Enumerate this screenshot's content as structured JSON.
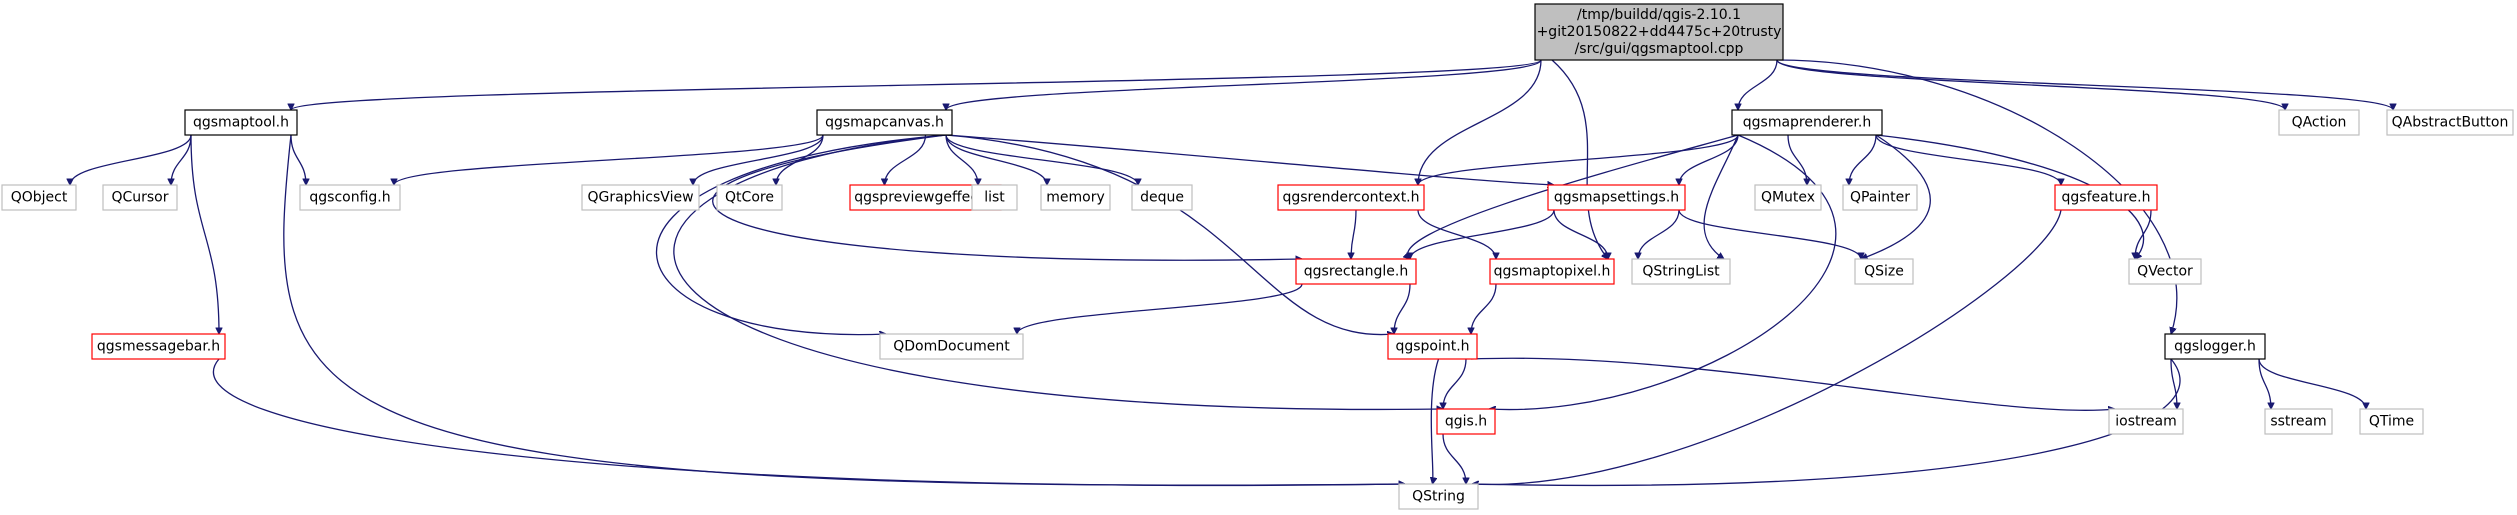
{
  "graph": {
    "colors": {
      "edge": "#191970",
      "root_fill": "#bfbfbf",
      "root_border": "#000000",
      "documented_border": "#000000",
      "incomplete_border": "#ff0000",
      "external_border": "#bfbfbf",
      "external_text": "#000000"
    },
    "nodes": [
      {
        "id": "root",
        "lines": [
          "/tmp/buildd/qgis-2.10.1",
          "+git20150822+dd4475c+20trusty",
          "/src/gui/qgsmaptool.cpp"
        ],
        "style": "root"
      },
      {
        "id": "qgsmaptool",
        "lines": [
          "qgsmaptool.h"
        ],
        "style": "documented"
      },
      {
        "id": "qgsmapcanvas",
        "lines": [
          "qgsmapcanvas.h"
        ],
        "style": "documented"
      },
      {
        "id": "qgsmaprenderer",
        "lines": [
          "qgsmaprenderer.h"
        ],
        "style": "documented"
      },
      {
        "id": "QAction",
        "lines": [
          "QAction"
        ],
        "style": "external"
      },
      {
        "id": "QAbstractButton",
        "lines": [
          "QAbstractButton"
        ],
        "style": "external"
      },
      {
        "id": "QObject",
        "lines": [
          "QObject"
        ],
        "style": "external"
      },
      {
        "id": "QCursor",
        "lines": [
          "QCursor"
        ],
        "style": "external"
      },
      {
        "id": "qgsconfig",
        "lines": [
          "qgsconfig.h"
        ],
        "style": "external"
      },
      {
        "id": "QGraphicsView",
        "lines": [
          "QGraphicsView"
        ],
        "style": "external"
      },
      {
        "id": "QtCore",
        "lines": [
          "QtCore"
        ],
        "style": "external"
      },
      {
        "id": "qgspreviewgeffect",
        "lines": [
          "qgspreviewgeffect.h"
        ],
        "style": "incomplete"
      },
      {
        "id": "list",
        "lines": [
          "list"
        ],
        "style": "external"
      },
      {
        "id": "memory",
        "lines": [
          "memory"
        ],
        "style": "external"
      },
      {
        "id": "deque",
        "lines": [
          "deque"
        ],
        "style": "external"
      },
      {
        "id": "qgsrendercontext",
        "lines": [
          "qgsrendercontext.h"
        ],
        "style": "incomplete"
      },
      {
        "id": "qgsmapsettings",
        "lines": [
          "qgsmapsettings.h"
        ],
        "style": "incomplete"
      },
      {
        "id": "QMutex",
        "lines": [
          "QMutex"
        ],
        "style": "external"
      },
      {
        "id": "QPainter",
        "lines": [
          "QPainter"
        ],
        "style": "external"
      },
      {
        "id": "qgsfeature",
        "lines": [
          "qgsfeature.h"
        ],
        "style": "incomplete"
      },
      {
        "id": "qgsrectangle",
        "lines": [
          "qgsrectangle.h"
        ],
        "style": "incomplete"
      },
      {
        "id": "qgsmaptopixel",
        "lines": [
          "qgsmaptopixel.h"
        ],
        "style": "incomplete"
      },
      {
        "id": "QStringList",
        "lines": [
          "QStringList"
        ],
        "style": "external"
      },
      {
        "id": "QSize",
        "lines": [
          "QSize"
        ],
        "style": "external"
      },
      {
        "id": "QVector",
        "lines": [
          "QVector"
        ],
        "style": "external"
      },
      {
        "id": "qgsmessagebar",
        "lines": [
          "qgsmessagebar.h"
        ],
        "style": "incomplete"
      },
      {
        "id": "QDomDocument",
        "lines": [
          "QDomDocument"
        ],
        "style": "external"
      },
      {
        "id": "qgspoint",
        "lines": [
          "qgspoint.h"
        ],
        "style": "incomplete"
      },
      {
        "id": "qgslogger",
        "lines": [
          "qgslogger.h"
        ],
        "style": "documented"
      },
      {
        "id": "qgis",
        "lines": [
          "qgis.h"
        ],
        "style": "incomplete"
      },
      {
        "id": "iostream",
        "lines": [
          "iostream"
        ],
        "style": "external"
      },
      {
        "id": "sstream",
        "lines": [
          "sstream"
        ],
        "style": "external"
      },
      {
        "id": "QTime",
        "lines": [
          "QTime"
        ],
        "style": "external"
      },
      {
        "id": "QString",
        "lines": [
          "QString"
        ],
        "style": "external"
      }
    ],
    "edges": [
      [
        "root",
        "qgsmaptool"
      ],
      [
        "root",
        "qgsmapcanvas"
      ],
      [
        "root",
        "qgsmaprenderer"
      ],
      [
        "root",
        "qgsrendercontext"
      ],
      [
        "root",
        "qgsmaptopixel"
      ],
      [
        "root",
        "qgslogger"
      ],
      [
        "root",
        "QAction"
      ],
      [
        "root",
        "QAbstractButton"
      ],
      [
        "qgsmaptool",
        "QObject"
      ],
      [
        "qgsmaptool",
        "QCursor"
      ],
      [
        "qgsmaptool",
        "qgsconfig"
      ],
      [
        "qgsmaptool",
        "qgsmessagebar"
      ],
      [
        "qgsmaptool",
        "QString"
      ],
      [
        "qgsmapcanvas",
        "qgsconfig"
      ],
      [
        "qgsmapcanvas",
        "QGraphicsView"
      ],
      [
        "qgsmapcanvas",
        "QtCore"
      ],
      [
        "qgsmapcanvas",
        "qgspreviewgeffect"
      ],
      [
        "qgsmapcanvas",
        "list"
      ],
      [
        "qgsmapcanvas",
        "memory"
      ],
      [
        "qgsmapcanvas",
        "deque"
      ],
      [
        "qgsmapcanvas",
        "qgsmapsettings"
      ],
      [
        "qgsmapcanvas",
        "qgsrectangle"
      ],
      [
        "qgsmapcanvas",
        "QDomDocument"
      ],
      [
        "qgsmapcanvas",
        "qgspoint"
      ],
      [
        "qgsmapcanvas",
        "qgis"
      ],
      [
        "qgsmaprenderer",
        "qgsrendercontext"
      ],
      [
        "qgsmaprenderer",
        "qgsmapsettings"
      ],
      [
        "qgsmaprenderer",
        "qgsrectangle"
      ],
      [
        "qgsmaprenderer",
        "QStringList"
      ],
      [
        "qgsmaprenderer",
        "QMutex"
      ],
      [
        "qgsmaprenderer",
        "QPainter"
      ],
      [
        "qgsmaprenderer",
        "qgsfeature"
      ],
      [
        "qgsmaprenderer",
        "QSize"
      ],
      [
        "qgsmaprenderer",
        "QVector"
      ],
      [
        "qgsmaprenderer",
        "qgis"
      ],
      [
        "qgsrendercontext",
        "qgsrectangle"
      ],
      [
        "qgsrendercontext",
        "qgsmaptopixel"
      ],
      [
        "qgsmapsettings",
        "qgsrectangle"
      ],
      [
        "qgsmapsettings",
        "qgsmaptopixel"
      ],
      [
        "qgsmapsettings",
        "QStringList"
      ],
      [
        "qgsmapsettings",
        "QSize"
      ],
      [
        "qgsfeature",
        "QVector"
      ],
      [
        "qgsfeature",
        "QString"
      ],
      [
        "qgsrectangle",
        "qgspoint"
      ],
      [
        "qgsrectangle",
        "QDomDocument"
      ],
      [
        "qgsmaptopixel",
        "qgspoint"
      ],
      [
        "qgspoint",
        "qgis"
      ],
      [
        "qgspoint",
        "iostream"
      ],
      [
        "qgspoint",
        "QString"
      ],
      [
        "qgis",
        "QString"
      ],
      [
        "qgsmessagebar",
        "QString"
      ],
      [
        "qgslogger",
        "iostream"
      ],
      [
        "qgslogger",
        "sstream"
      ],
      [
        "qgslogger",
        "QTime"
      ],
      [
        "qgslogger",
        "QString"
      ]
    ]
  }
}
